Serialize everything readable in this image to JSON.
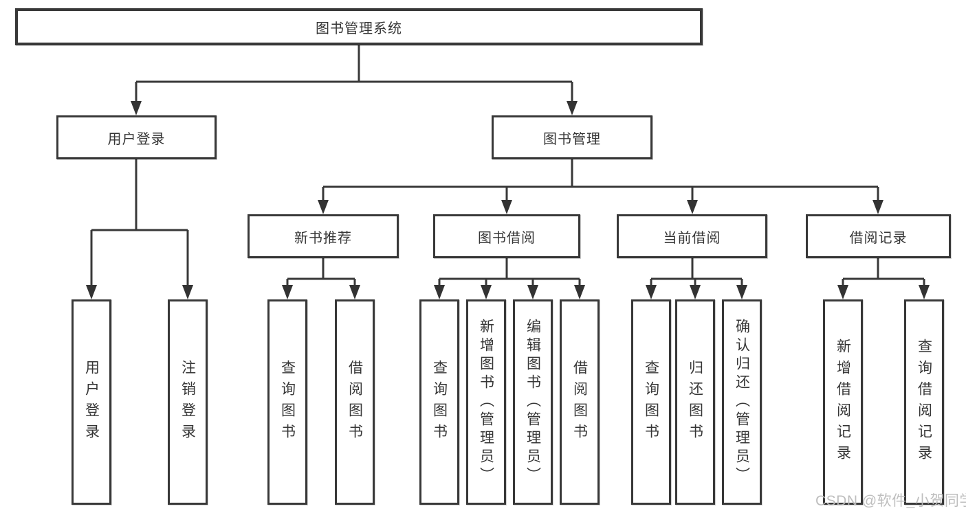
{
  "diagram": {
    "root": "图书管理系统",
    "level2": {
      "user_login": "用户登录",
      "book_management": "图书管理"
    },
    "level3": {
      "new_book_recommend": "新书推荐",
      "book_borrow": "图书借阅",
      "current_borrow": "当前借阅",
      "borrow_records": "借阅记录"
    },
    "leaves": {
      "user_login": "用户登录",
      "logout": "注销登录",
      "query_books_1": "查询图书",
      "borrow_books_1": "借阅图书",
      "query_books_2": "查询图书",
      "add_book_admin": "新增图书（管理员）",
      "edit_book_admin": "编辑图书（管理员）",
      "borrow_books_2": "借阅图书",
      "query_books_3": "查询图书",
      "return_books": "归还图书",
      "confirm_return_admin": "确认归还（管理员）",
      "add_borrow_record": "新增借阅记录",
      "query_borrow_record": "查询借阅记录"
    },
    "watermark": "CSDN @软件_小贺同学",
    "colors": {
      "line": "#383838",
      "box_border": "#383838",
      "text": "#363636",
      "watermark": "#bababa",
      "background": "#ffffff"
    }
  }
}
